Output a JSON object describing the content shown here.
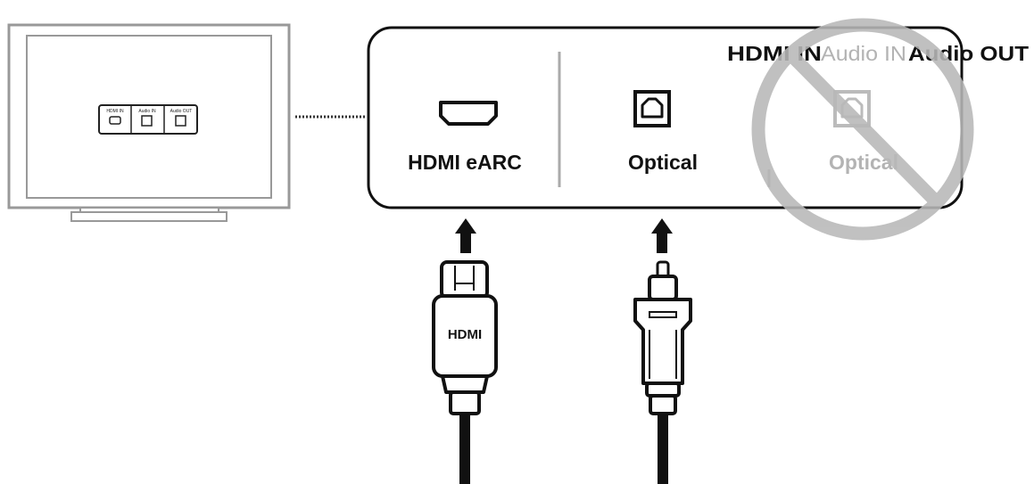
{
  "header": {
    "hdmi_in": "HDMI IN",
    "audio_in": "Audio IN",
    "audio_out": "Audio OUT"
  },
  "tv": {
    "port_labels": [
      "HDMI IN",
      "Audio IN",
      "Audio OUT"
    ]
  },
  "ports": {
    "hdmi_earc": "HDMI eARC",
    "optical": "Optical",
    "optical_out": "Optical"
  },
  "cables": {
    "hdmi_label": "HDMI"
  },
  "colors": {
    "ink": "#111111",
    "muted": "#b3b3b3",
    "prohibit": "#b8b8b8",
    "tv_outline": "#999999"
  },
  "icons": {
    "prohibited": "prohibited-icon",
    "arrow": "arrow-up-icon"
  }
}
